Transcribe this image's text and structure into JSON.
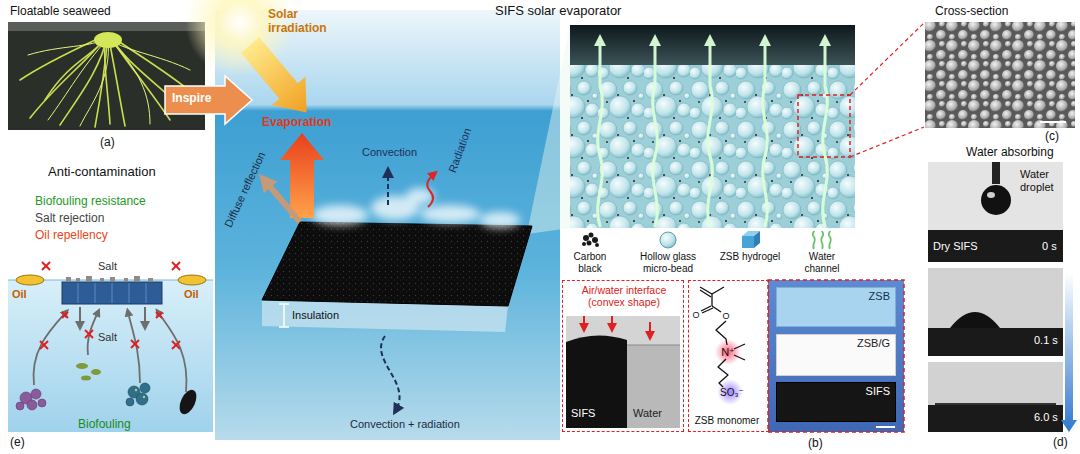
{
  "diagram": {
    "nodes": [
      {
        "text": [
          "Air/water interface (convex shape)",
          "SIFS",
          "Water"
        ]
      },
      {
        "text": [
          "ZSB monomer"
        ]
      },
      {
        "text": [
          "ZSB"
        ]
      },
      {
        "text": [
          "ZSB/G"
        ]
      },
      {
        "text": [
          "SIFS"
        ]
      }
    ],
    "labels": [
      "Floatable seaweed",
      "(a)",
      "Inspire",
      "SIFS solar evaporator",
      "Solar irradiation",
      "Evaporation",
      "Convection",
      "Radiation",
      "Diffuse reflection",
      "Insulation",
      "Convection + radiation",
      "(b)",
      "N⁺",
      "SO₃⁻",
      "O",
      "O",
      "Cross-section",
      "(c)",
      "Water absorbing",
      "Water droplet",
      "Dry SIFS",
      "0 s",
      "0.1 s",
      "6.0 s",
      "(d)",
      "Anti-contamination",
      "Biofouling resistance",
      "Salt rejection",
      "Oil repellency",
      "Salt",
      "Oil",
      "Salt",
      "Oil",
      "Biofouling",
      "(e)"
    ],
    "legend": [
      {
        "text": "Carbon black"
      },
      {
        "text": "Hollow glass micro-bead"
      },
      {
        "text": "ZSB hydrogel"
      },
      {
        "text": "Water channel"
      }
    ]
  }
}
